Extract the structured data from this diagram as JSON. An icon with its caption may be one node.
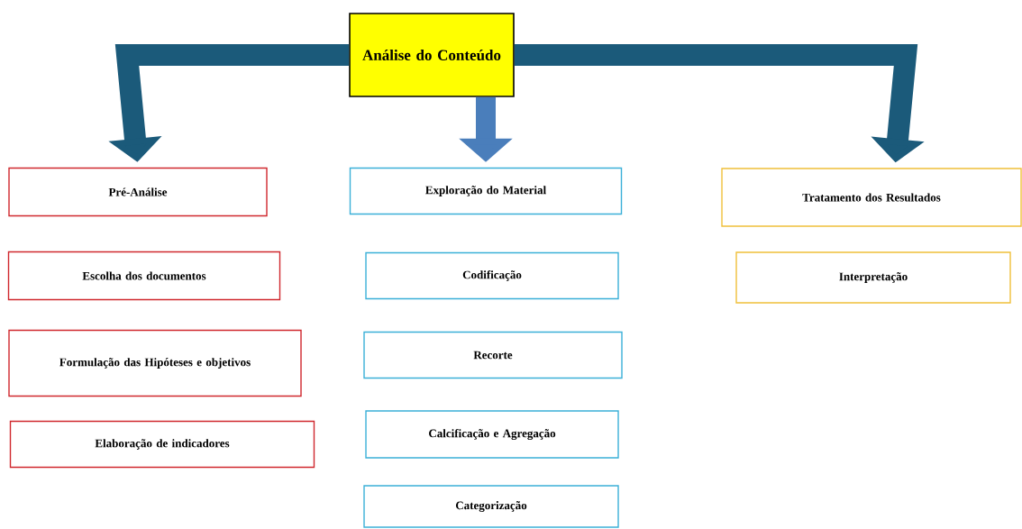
{
  "diagram": {
    "nodes": [
      {
        "text": [
          "Análise do Conteúdo"
        ]
      },
      {
        "text": [
          "Pré-Análise"
        ]
      },
      {
        "text": [
          "Escolha dos documentos"
        ]
      },
      {
        "text": [
          "Formulação das Hipóteses e objetivos"
        ]
      },
      {
        "text": [
          "Elaboração de indicadores"
        ]
      },
      {
        "text": [
          "Exploração do Material"
        ]
      },
      {
        "text": [
          "Codificação"
        ]
      },
      {
        "text": [
          "Recorte"
        ]
      },
      {
        "text": [
          "Calcificação e Agregação"
        ]
      },
      {
        "text": [
          "Categorização"
        ]
      },
      {
        "text": [
          "Tratamento dos Resultados"
        ]
      },
      {
        "text": [
          "Interpretação"
        ]
      }
    ],
    "edges": [
      {
        "from": 0,
        "to": 1,
        "arrow": "to"
      },
      {
        "from": 0,
        "to": 5,
        "arrow": "to",
        "color": "#4a7ebb"
      },
      {
        "from": 0,
        "to": 10,
        "arrow": "to"
      }
    ]
  }
}
